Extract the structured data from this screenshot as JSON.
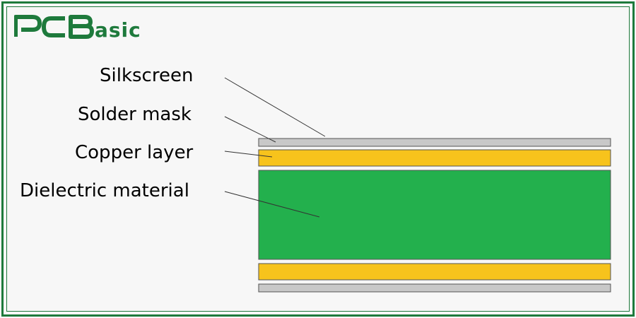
{
  "brand": {
    "logo_text": "PCBasic",
    "logo_color": "#1e7a3c"
  },
  "diagram": {
    "labels": {
      "silkscreen": "Silkscreen",
      "solder_mask": "Solder mask",
      "copper_layer": "Copper layer",
      "dielectric": "Dielectric material"
    },
    "layer_order": [
      "silkscreen",
      "copper",
      "dielectric",
      "copper",
      "silkscreen"
    ],
    "colors": {
      "silkscreen": "#c8c8c8",
      "copper": "#f7c31c",
      "dielectric": "#23b04d",
      "outline": "#555555",
      "frame": "#1e7a3c",
      "background": "#f7f7f7"
    }
  }
}
